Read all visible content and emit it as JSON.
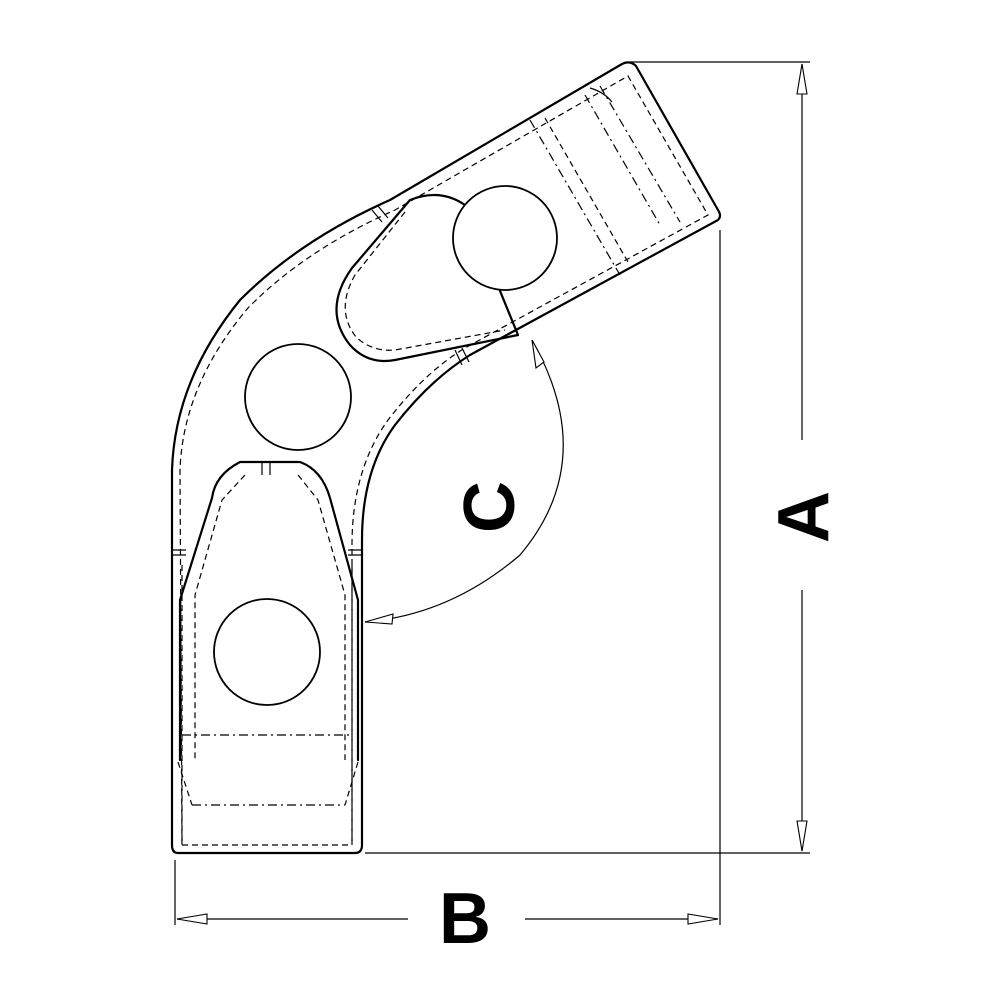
{
  "dimensions": {
    "height_label": "A",
    "width_label": "B",
    "angle_label": "C"
  }
}
